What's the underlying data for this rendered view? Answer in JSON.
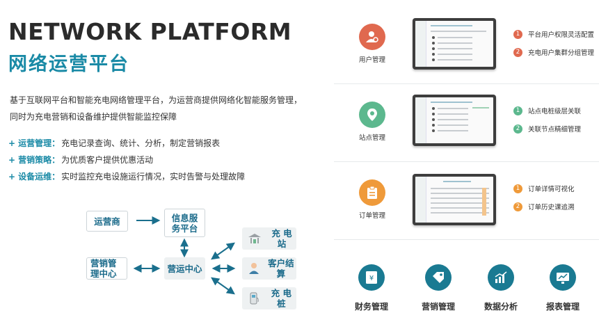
{
  "header": {
    "title_en": "NETWORK PLATFORM",
    "title_cn": "网络运营平台",
    "intro": "基于互联网平台和智能充电网络管理平台，为运营商提供网络化智能服务管理，同时为充电营销和设备维护提供智能监控保障"
  },
  "features": [
    {
      "plus": "+",
      "name": "运营管理：",
      "desc": "充电记录查询、统计、分析，制定营销报表"
    },
    {
      "plus": "+",
      "name": "营销策略：",
      "desc": "为优质客户提供优惠活动"
    },
    {
      "plus": "+",
      "name": "设备运维：",
      "desc": "实时监控充电设施运行情况，实时告警与处理故障"
    }
  ],
  "diagram": {
    "operator": "运营商",
    "info_service": "信息服务平台",
    "marketing_center": "营销管理中心",
    "ops_center": "营运中心",
    "charging_station": "充 电 站",
    "customer_settlement": "客户结算",
    "charging_pile": "充 电 桩"
  },
  "modules": [
    {
      "label": "用户管理",
      "icon": "user-gear-icon",
      "color": "#e0694f",
      "bullets": [
        {
          "num": "1",
          "text": "平台用户权限灵活配置"
        },
        {
          "num": "2",
          "text": "充电用户集群分组管理"
        }
      ]
    },
    {
      "label": "站点管理",
      "icon": "location-pin-icon",
      "color": "#5cb88e",
      "bullets": [
        {
          "num": "1",
          "text": "站点电桩级层关联"
        },
        {
          "num": "2",
          "text": "关联节点精细管理"
        }
      ]
    },
    {
      "label": "订单管理",
      "icon": "clipboard-icon",
      "color": "#ef9a3a",
      "bullets": [
        {
          "num": "1",
          "text": "订单详情可视化"
        },
        {
          "num": "2",
          "text": "订单历史课追溯"
        }
      ]
    }
  ],
  "bottom": [
    {
      "label": "财务管理",
      "icon": "finance-icon"
    },
    {
      "label": "营销管理",
      "icon": "tag-icon"
    },
    {
      "label": "数据分析",
      "icon": "chart-icon"
    },
    {
      "label": "报表管理",
      "icon": "report-icon"
    }
  ],
  "colors": {
    "accent": "#1a8aa6",
    "bottom_circle": "#1a7a92"
  }
}
